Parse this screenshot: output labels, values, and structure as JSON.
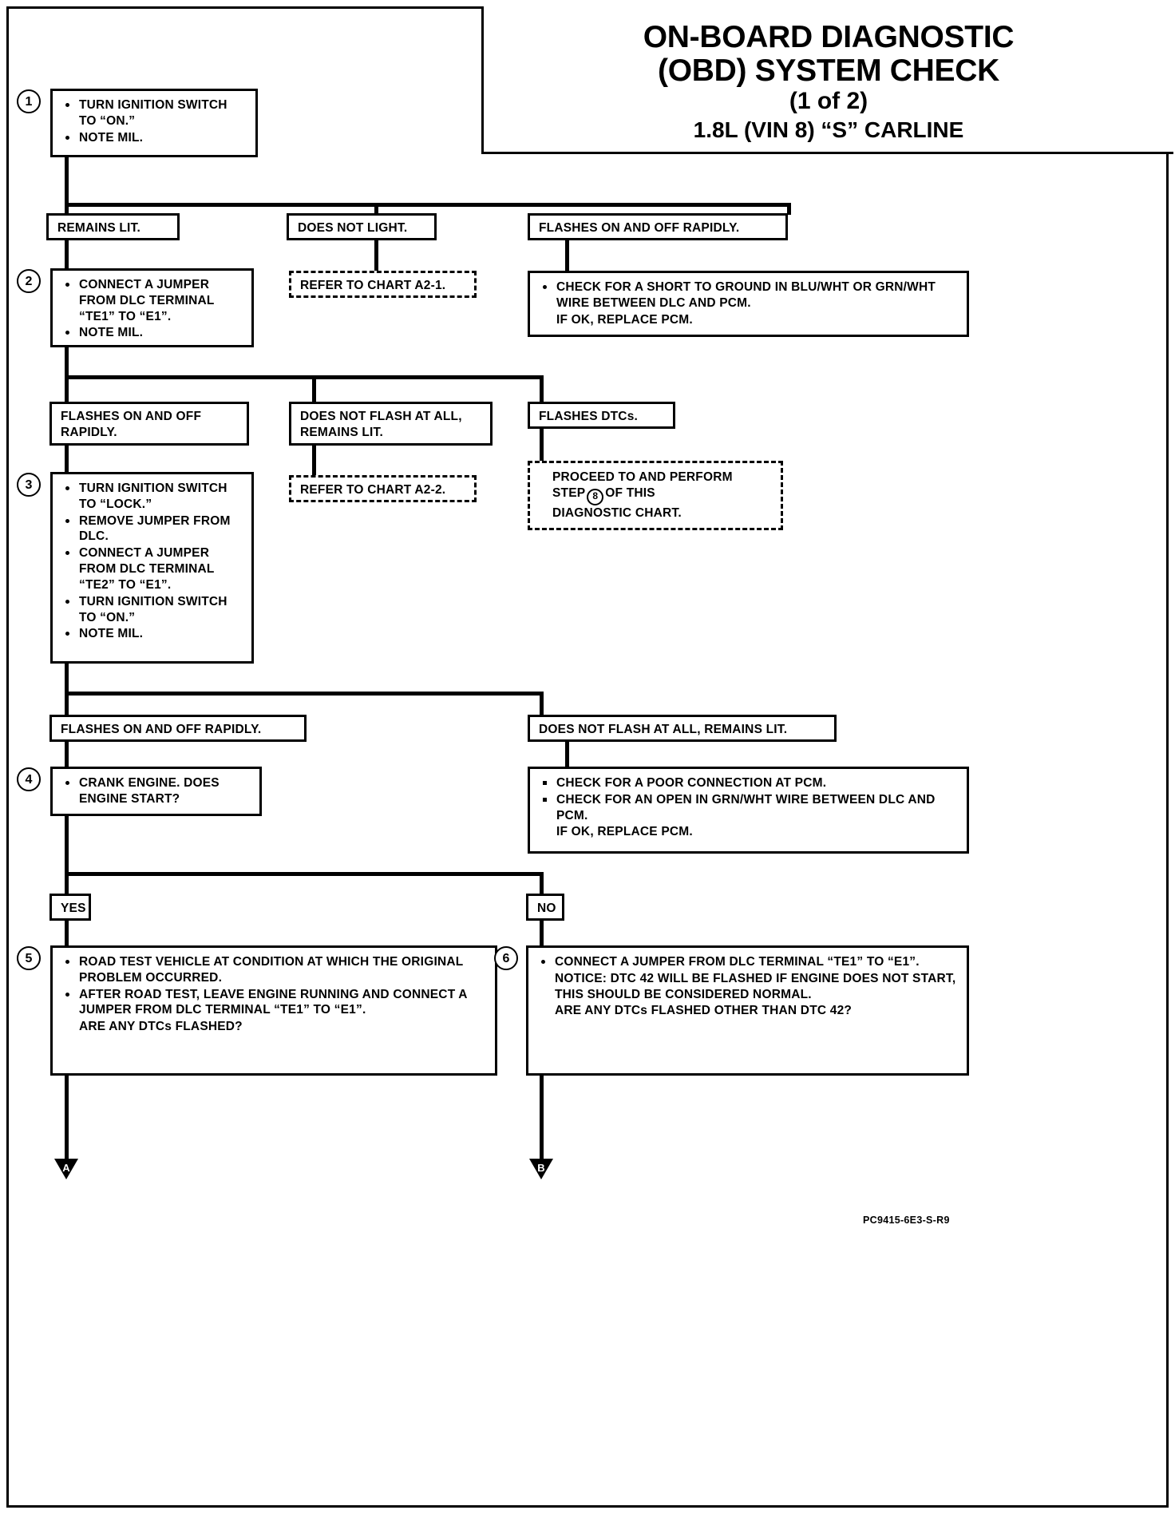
{
  "document": {
    "title_line1": "ON-BOARD DIAGNOSTIC",
    "title_line2": "(OBD) SYSTEM CHECK",
    "title_line3": "(1 of 2)",
    "title_line4": "1.8L (VIN 8) “S” CARLINE",
    "footer_code": "PC9415-6E3-S-R9"
  },
  "steps": {
    "s1": {
      "number": "1",
      "items": [
        "TURN IGNITION SWITCH TO “ON.”",
        "NOTE MIL."
      ]
    },
    "s2": {
      "number": "2",
      "items": [
        "CONNECT A JUMPER FROM DLC TERMINAL “TE1” TO “E1”.",
        "NOTE MIL."
      ]
    },
    "s3": {
      "number": "3",
      "items": [
        "TURN IGNITION SWITCH TO “LOCK.”",
        "REMOVE JUMPER FROM DLC.",
        "CONNECT A JUMPER FROM DLC TERMINAL “TE2” TO “E1”.",
        "TURN IGNITION SWITCH TO “ON.”",
        "NOTE MIL."
      ]
    },
    "s4": {
      "number": "4",
      "items": [
        "CRANK ENGINE. DOES ENGINE START?"
      ]
    },
    "s5": {
      "number": "5",
      "items": [
        "ROAD TEST VEHICLE AT CONDITION AT WHICH THE ORIGINAL PROBLEM OCCURRED.",
        "AFTER ROAD TEST, LEAVE ENGINE RUNNING AND CONNECT A JUMPER FROM DLC TERMINAL “TE1” TO “E1”.",
        "ARE ANY DTCs FLASHED?"
      ]
    },
    "s6": {
      "number": "6",
      "items": [
        "CONNECT A JUMPER FROM DLC TERMINAL “TE1” TO “E1”.",
        "NOTICE: DTC 42 WILL BE FLASHED IF ENGINE DOES NOT START, THIS SHOULD BE CONSIDERED NORMAL.",
        "ARE ANY DTCs FLASHED OTHER THAN DTC 42?"
      ]
    }
  },
  "branches": {
    "b1_left": "REMAINS LIT.",
    "b1_mid": "DOES NOT LIGHT.",
    "b1_right": "FLASHES ON AND OFF RAPIDLY.",
    "b2_left": "FLASHES ON AND OFF RAPIDLY.",
    "b2_mid": "DOES NOT FLASH AT ALL, REMAINS LIT.",
    "b2_right": "FLASHES DTCs.",
    "b3_left": "FLASHES ON AND OFF RAPIDLY.",
    "b3_right": "DOES NOT FLASH AT ALL, REMAINS LIT.",
    "b4_yes": "YES",
    "b4_no": "NO"
  },
  "actions": {
    "refer_a2_1": "REFER TO CHART A2-1.",
    "refer_a2_2": "REFER TO CHART A2-2.",
    "short_to_ground": [
      "CHECK FOR A SHORT TO GROUND IN BLU/WHT OR GRN/WHT WIRE BETWEEN DLC AND PCM.",
      "IF OK, REPLACE PCM."
    ],
    "proceed_step8_a": "PROCEED TO AND PERFORM",
    "proceed_step8_b": "STEP",
    "proceed_step8_num": "8",
    "proceed_step8_c": "OF THIS",
    "proceed_step8_d": "DIAGNOSTIC CHART.",
    "poor_connection": [
      "CHECK FOR A POOR CONNECTION AT PCM.",
      "CHECK FOR AN OPEN IN GRN/WHT WIRE BETWEEN DLC AND PCM.",
      "IF OK, REPLACE PCM."
    ]
  },
  "connectors": {
    "a": "A",
    "b": "B"
  },
  "colors": {
    "ink": "#000000",
    "paper": "#ffffff"
  }
}
